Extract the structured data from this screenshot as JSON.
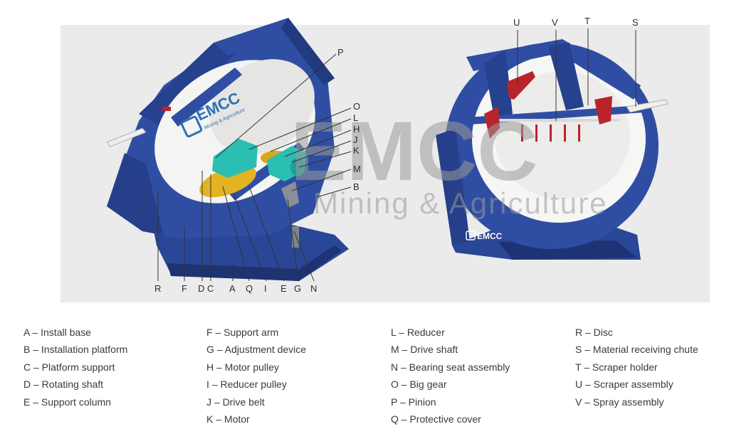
{
  "watermark": {
    "brand": "EMCC",
    "tagline": "Mining & Agriculture"
  },
  "machine_logo": {
    "brand": "EMCC",
    "tagline": "Mining & Agriculture"
  },
  "callouts": {
    "P": "P",
    "O": "O",
    "L": "L",
    "H": "H",
    "J": "J",
    "K": "K",
    "M": "M",
    "B": "B",
    "R": "R",
    "F": "F",
    "D": "D",
    "C": "C",
    "A": "A",
    "Q": "Q",
    "I": "I",
    "E": "E",
    "G": "G",
    "N": "N",
    "U": "U",
    "V": "V",
    "T": "T",
    "S": "S"
  },
  "colors": {
    "frame_blue": "#2f4ea3",
    "frame_dark": "#1f3578",
    "disc_white": "#f4f4f2",
    "motor_teal": "#2bbfb3",
    "gear_yellow": "#e3b321",
    "scraper_red": "#b9242a"
  },
  "legend": [
    [
      "A – Install base",
      "B – Installation platform",
      "C – Platform support",
      "D – Rotating shaft",
      "E – Support column"
    ],
    [
      "F – Support arm",
      "G – Adjustment device",
      "H – Motor pulley",
      "I – Reducer pulley",
      "J – Drive belt",
      "K – Motor"
    ],
    [
      "L – Reducer",
      "M – Drive shaft",
      "N – Bearing seat assembly",
      "O – Big gear",
      "P – Pinion",
      "Q – Protective cover"
    ],
    [
      "R – Disc",
      "S – Material receiving chute",
      "T – Scraper holder",
      "U – Scraper assembly",
      "V – Spray assembly"
    ]
  ]
}
